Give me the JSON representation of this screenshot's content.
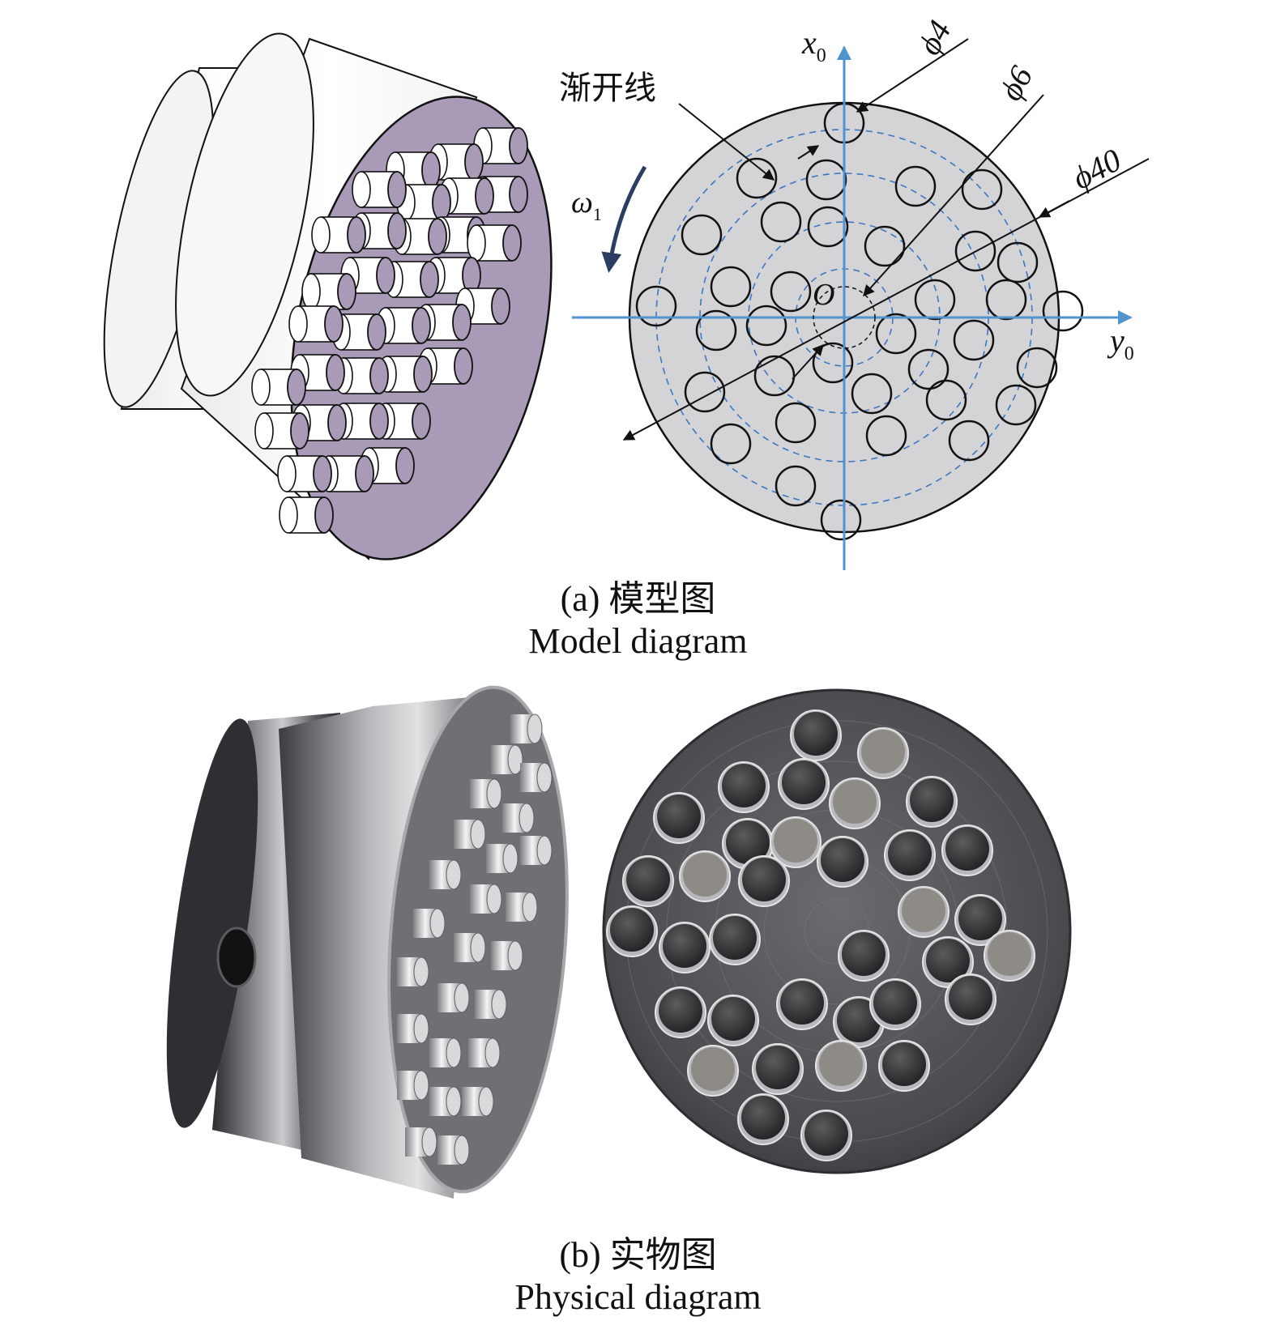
{
  "panel_a": {
    "caption_cn": "(a) 模型图",
    "caption_en": "Model diagram",
    "labels": {
      "involute": "渐开线",
      "d4": "ϕ4",
      "d6": "ϕ6",
      "d40": "ϕ40",
      "x_axis": "x",
      "x_sub": "0",
      "y_axis": "y",
      "y_sub": "0",
      "origin": "O",
      "omega": "ω",
      "omega_sub": "1"
    }
  },
  "panel_b": {
    "caption_cn": "(b) 实物图",
    "caption_en": "Physical diagram"
  },
  "colors": {
    "face_purple": "#a99bb8",
    "disc_gray": "#d4d4d6",
    "axis_blue": "#4f93cf",
    "dash_blue": "#3d76c2",
    "omega_arrow": "#2b3d63",
    "metal_dark": "#3a3b3e",
    "magnet": "#2a2c2e"
  }
}
